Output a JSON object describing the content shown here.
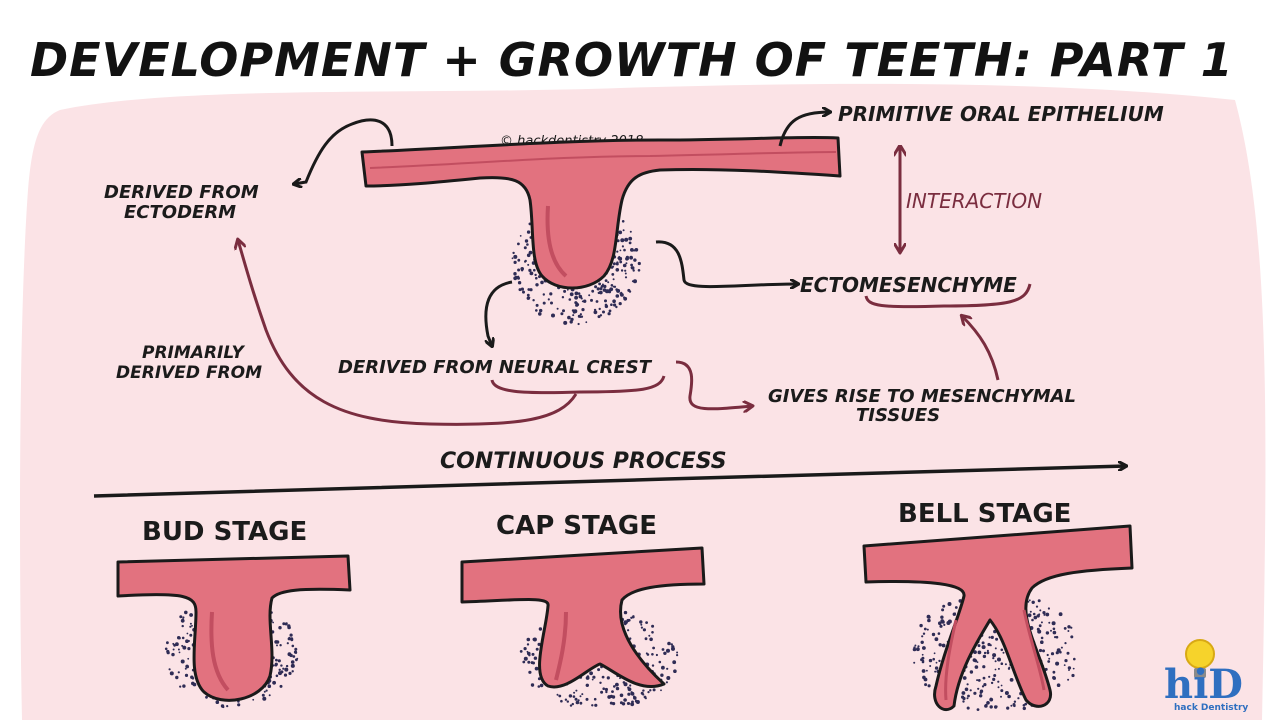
{
  "title": "DEVELOPMENT + GROWTH OF TEETH: PART 1",
  "copyright": "© hackdentistry 2018",
  "labels": {
    "primitive_oral_epithelium": "PRIMITIVE ORAL EPITHELIUM",
    "interaction": "INTERACTION",
    "ectomesenchyme": "ECTOMESENCHYME",
    "derived_from_ectoderm_line1": "DERIVED FROM",
    "derived_from_ectoderm_line2": "ECTODERM",
    "primarily_derived_line1": "PRIMARILY",
    "primarily_derived_line2": "DERIVED FROM",
    "derived_from_neural_crest": "DERIVED FROM NEURAL CREST",
    "gives_rise_line1": "GIVES RISE TO MESENCHYMAL",
    "gives_rise_line2": "TISSUES",
    "continuous_process": "CONTINUOUS PROCESS"
  },
  "stages": [
    {
      "label": "BUD STAGE"
    },
    {
      "label": "CAP STAGE"
    },
    {
      "label": "BELL STAGE"
    }
  ],
  "logo": {
    "mark": "hiD",
    "caption": "hack Dentistry"
  },
  "colors": {
    "background_wash": "#fbe3e6",
    "tissue": "#e2727f",
    "tissue_dark": "#c24e60",
    "outline": "#1a1a1a",
    "arrow_maroon": "#7a2d3f",
    "dots": "#2f2c55",
    "logo_bulb": "#f6d32b",
    "logo_text": "#2f6fc0"
  }
}
